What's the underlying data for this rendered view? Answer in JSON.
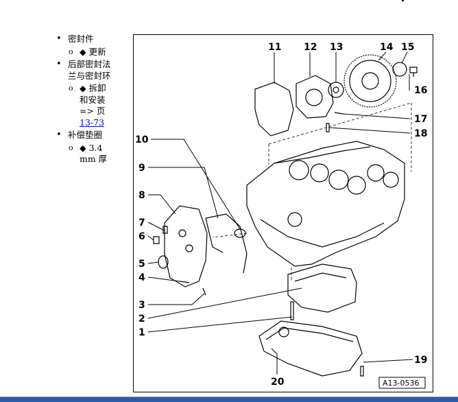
{
  "list": {
    "item1": {
      "label": "密封件",
      "sub": "◆ 更新"
    },
    "item2": {
      "label_line1": "后部密封法",
      "label_line2": "兰与密封环",
      "sub_line1": "◆ 拆卸",
      "sub_line2": "和安装",
      "sub_line3": "=> 页",
      "link": "13-73"
    },
    "item3": {
      "label": "补偿垫圈",
      "sub_line1": "◆ 3.4",
      "sub_line2": "mm 厚"
    }
  },
  "diagram": {
    "callouts": [
      "1",
      "2",
      "3",
      "4",
      "5",
      "6",
      "7",
      "8",
      "9",
      "10",
      "11",
      "12",
      "13",
      "14",
      "15",
      "16",
      "17",
      "18",
      "19",
      "20"
    ],
    "ref_code": "A13-0536"
  },
  "colors": {
    "link": "#0000cc",
    "bottom_bar": "#2a5aa8"
  }
}
